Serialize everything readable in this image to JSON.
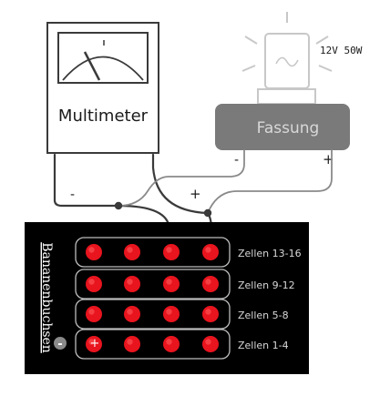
{
  "multimeter": {
    "label": "Multimeter",
    "minus": "-",
    "plus": "+"
  },
  "lamp": {
    "rating": "12V 50W"
  },
  "socket": {
    "label": "Fassung",
    "minus": "-",
    "plus": "+"
  },
  "panel": {
    "title": "Bananenbuchsen",
    "polarity_minus": "-",
    "rows": [
      {
        "label": "Zellen 13-16"
      },
      {
        "label": "Zellen 9-12"
      },
      {
        "label": "Zellen 5-8"
      },
      {
        "label": "Zellen 1-4"
      }
    ],
    "first_jack_symbol": "+"
  },
  "colors": {
    "jack_red": "#e8141e",
    "jack_highlight": "#ff5a5a",
    "panel_bg": "#000000",
    "socket_gray": "#7a7a7a",
    "wire_dark": "#3a3a3a",
    "wire_gray": "#8a8a8a"
  }
}
